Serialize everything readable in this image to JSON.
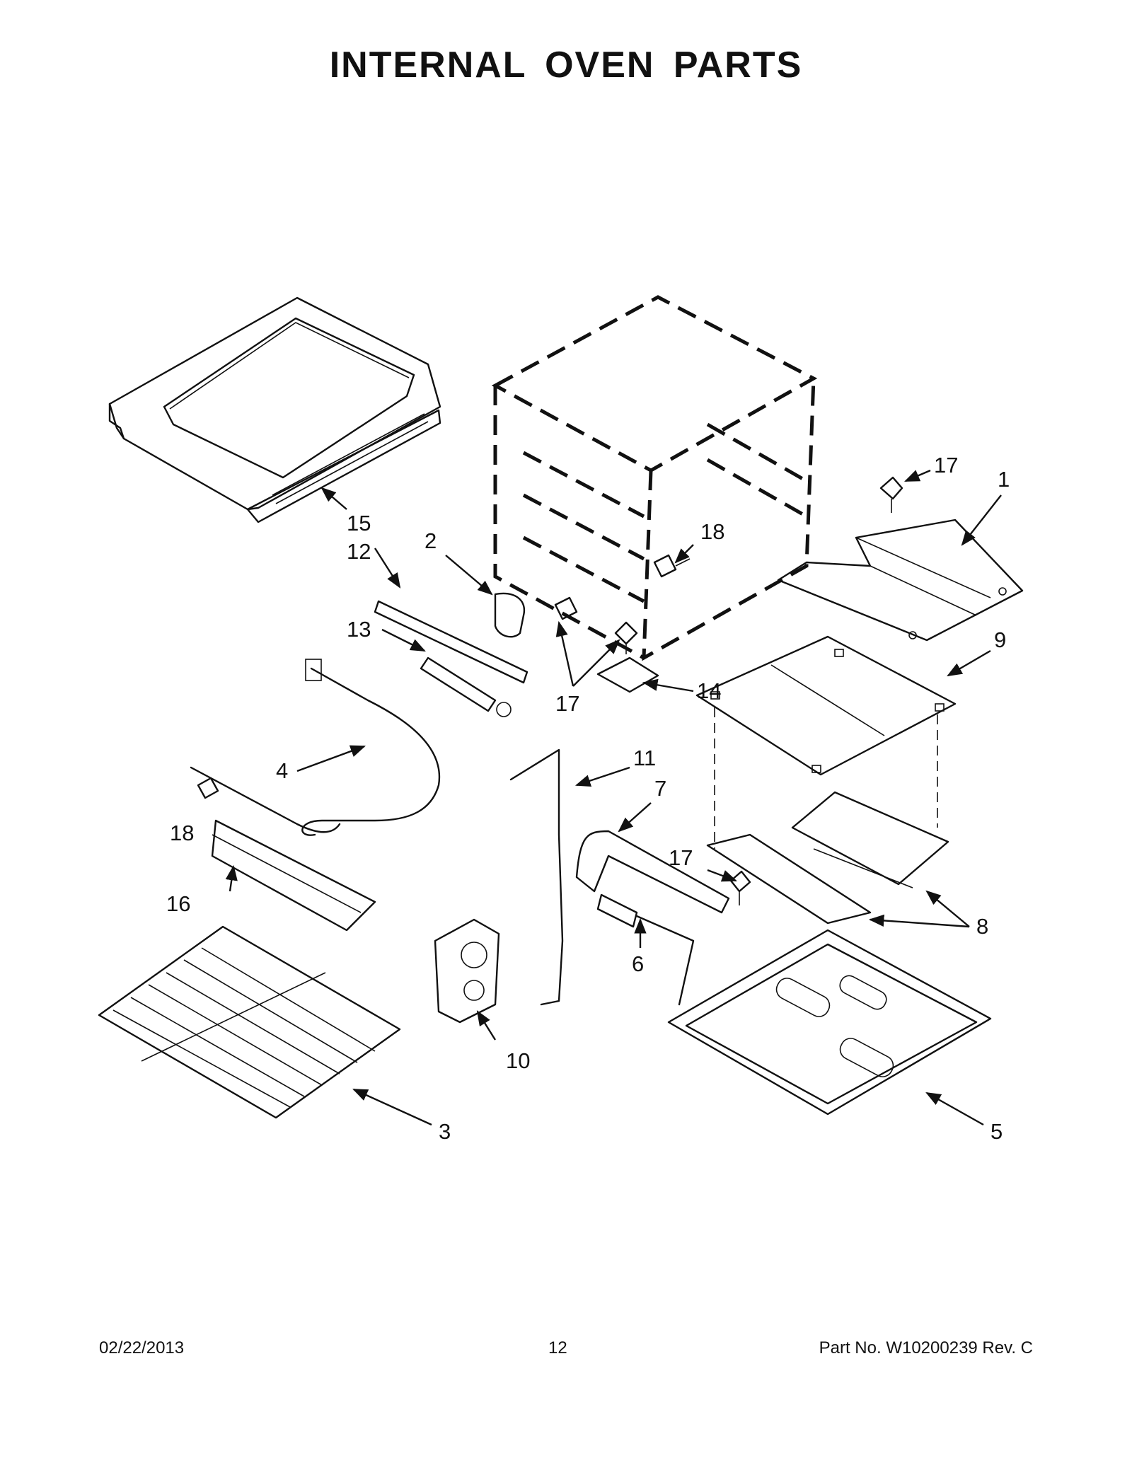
{
  "title": "INTERNAL OVEN PARTS",
  "footer": {
    "date": "02/22/2013",
    "page": "12",
    "part_no": "Part No. W10200239 Rev. C"
  },
  "callouts": {
    "c1": "1",
    "c2": "2",
    "c3": "3",
    "c4": "4",
    "c5": "5",
    "c6": "6",
    "c7": "7",
    "c8": "8",
    "c9": "9",
    "c10": "10",
    "c11": "11",
    "c12": "12",
    "c13": "13",
    "c14": "14",
    "c15": "15",
    "c16": "16",
    "c17a": "17",
    "c17b": "17",
    "c17c": "17",
    "c18a": "18",
    "c18b": "18"
  }
}
